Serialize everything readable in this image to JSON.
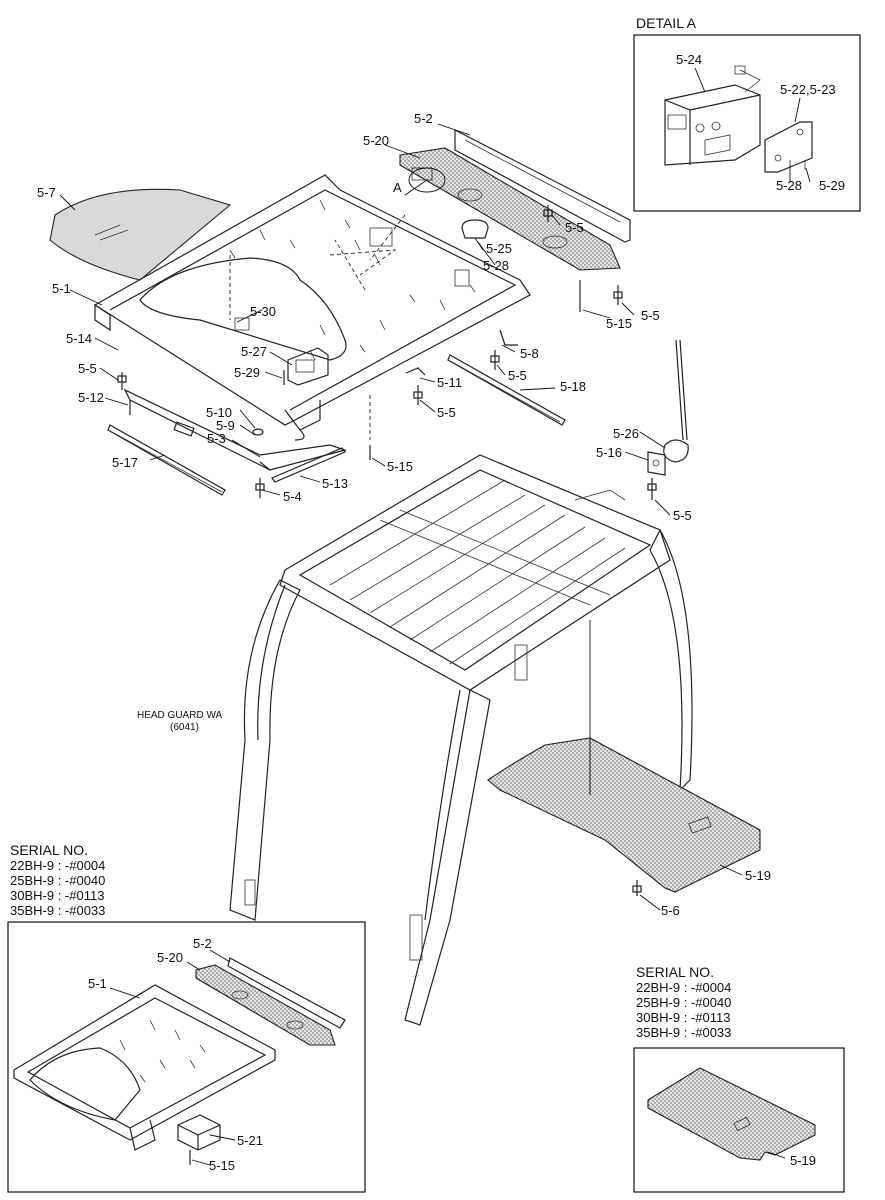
{
  "detail_box": {
    "title": "DETAIL A"
  },
  "callouts": {
    "c_5_24": "5-24",
    "c_5_22_23": "5-22,5-23",
    "c_5_28_d": "5-28",
    "c_5_29_d": "5-29",
    "c_5_2": "5-2",
    "c_5_20": "5-20",
    "c_5_7": "5-7",
    "c_A": "A",
    "c_5_5_a": "5-5",
    "c_5_25": "5-25",
    "c_5_28": "5-28",
    "c_5_5_b": "5-5",
    "c_5_15_a": "5-15",
    "c_5_1": "5-1",
    "c_5_30": "5-30",
    "c_5_14": "5-14",
    "c_5_27": "5-27",
    "c_5_8": "5-8",
    "c_5_5_c": "5-5",
    "c_5_29": "5-29",
    "c_5_5_d": "5-5",
    "c_5_11": "5-11",
    "c_5_18": "5-18",
    "c_5_12": "5-12",
    "c_5_10": "5-10",
    "c_5_5_e": "5-5",
    "c_5_9": "5-9",
    "c_5_3": "5-3",
    "c_5_26": "5-26",
    "c_5_16": "5-16",
    "c_5_17": "5-17",
    "c_5_15_b": "5-15",
    "c_5_13": "5-13",
    "c_5_4": "5-4",
    "c_5_5_f": "5-5",
    "c_5_19": "5-19",
    "c_5_6": "5-6",
    "c_inset_5_2": "5-2",
    "c_inset_5_20": "5-20",
    "c_inset_5_1": "5-1",
    "c_inset_5_21": "5-21",
    "c_inset_5_15": "5-15",
    "c_inset_right_5_19": "5-19"
  },
  "head_guard": {
    "line1": "HEAD GUARD WA",
    "line2": "(6041)"
  },
  "serial_left": {
    "title": "SERIAL NO.",
    "rows": [
      "22BH-9 : -#0004",
      "25BH-9 : -#0040",
      "30BH-9 : -#0113",
      "35BH-9 : -#0033"
    ]
  },
  "serial_right": {
    "title": "SERIAL NO.",
    "rows": [
      "22BH-9 : -#0004",
      "25BH-9 : -#0040",
      "30BH-9 : -#0113",
      "35BH-9 : -#0033"
    ]
  }
}
